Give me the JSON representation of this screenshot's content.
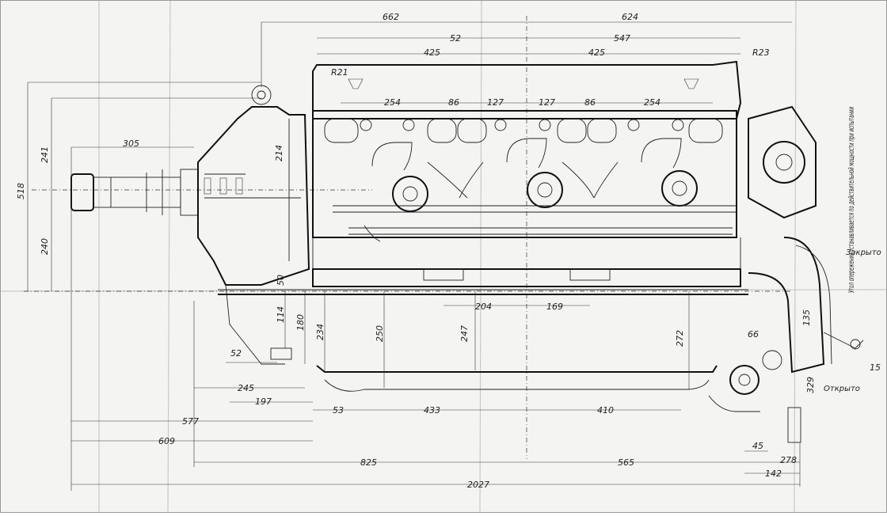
{
  "drawing": {
    "corner_labels": {
      "r21": "R21",
      "r23": "R23"
    },
    "dimensions_top": [
      "662",
      "624",
      "52",
      "547",
      "425",
      "425"
    ],
    "dimensions_cyl": [
      "254",
      "86",
      "127",
      "127",
      "86",
      "254"
    ],
    "dimensions_left": [
      "305",
      "518",
      "241",
      "240",
      "214"
    ],
    "dimensions_lower": [
      "50",
      "114",
      "180",
      "234",
      "250",
      "247",
      "204",
      "169",
      "272",
      "66",
      "135",
      "329"
    ],
    "dimensions_bottom": [
      "52",
      "245",
      "197",
      "53",
      "433",
      "410",
      "577",
      "609",
      "825",
      "565",
      "45",
      "278",
      "142",
      "2027",
      "15"
    ],
    "notes": {
      "angle_note": "Угол опережения устанавливается по действительной мощности при испытании",
      "closed": "Закрыто",
      "open": "Открыто"
    }
  }
}
